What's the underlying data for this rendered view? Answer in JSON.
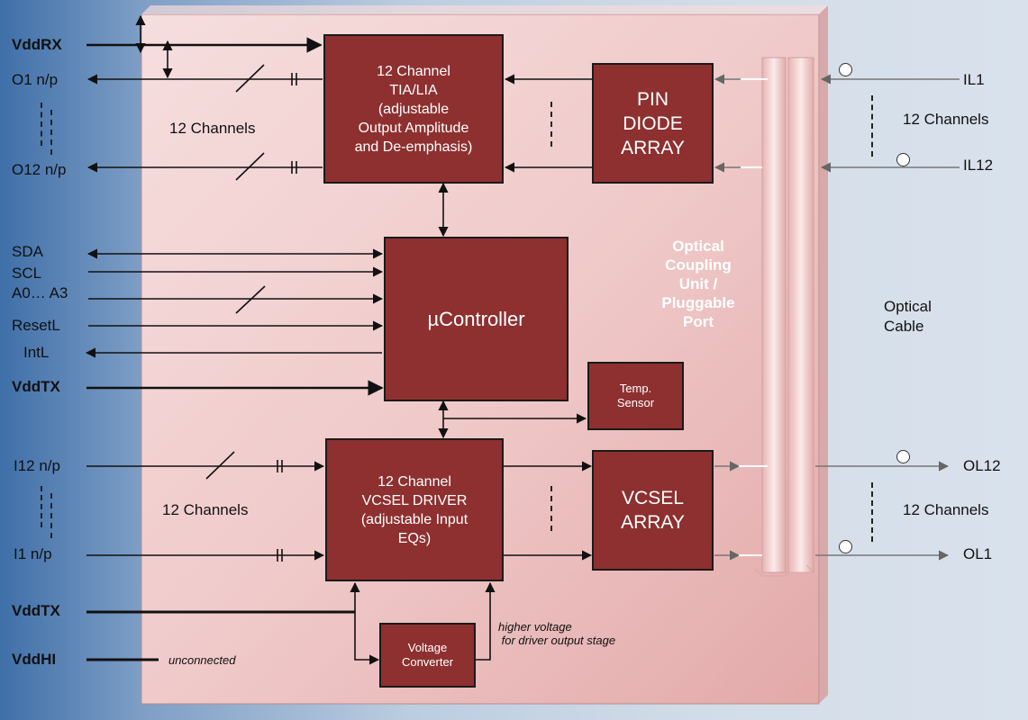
{
  "left_signals": {
    "vddrx": "VddRX",
    "o1": "O1 n/p",
    "o12": "O12 n/p",
    "channels_rx": "12 Channels",
    "sda": "SDA",
    "scl": "SCL",
    "a0a3": "A0… A3",
    "resetl": "ResetL",
    "intl": "IntL",
    "vddtx_mid": "VddTX",
    "i12": "I12 n/p",
    "channels_tx": "12 Channels",
    "i1": "I1 n/p",
    "vddtx_bottom": "VddTX",
    "vddhi": "VddHI",
    "unconnected": "unconnected"
  },
  "blocks": {
    "tia": "12 Channel\nTIA/LIA\n(adjustable\nOutput Amplitude\nand De-emphasis)",
    "pin": "PIN\nDIODE\nARRAY",
    "controller": "µController",
    "temp": "Temp.\nSensor",
    "vcsel_driver": "12 Channel\nVCSEL DRIVER\n(adjustable Input\nEQs)",
    "vcsel_array": "VCSEL\nARRAY",
    "voltage_converter": "Voltage\nConverter"
  },
  "annotations": {
    "higher_voltage": "higher voltage\n for driver output stage",
    "optical_coupling": "Optical\nCoupling\nUnit /\nPluggable\nPort"
  },
  "right_signals": {
    "il1": "IL1",
    "il12": "IL12",
    "channels_in": "12 Channels",
    "optical_cable": "Optical\nCable",
    "ol12": "OL12",
    "channels_out": "12 Channels",
    "ol1": "OL1"
  },
  "colors": {
    "block_fill": "#8e3030",
    "panel_fill": "#f3d6d6",
    "background_blue": "#3f6fa8"
  }
}
